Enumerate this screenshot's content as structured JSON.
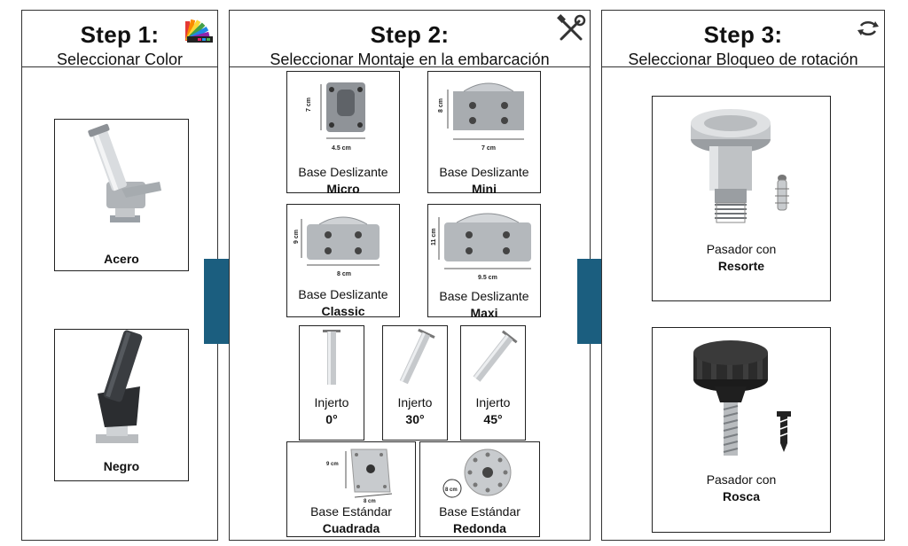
{
  "steps": [
    {
      "title": "Step 1:",
      "subtitle": "Seleccionar Color",
      "icon": "color-palette-icon"
    },
    {
      "title": "Step 2:",
      "subtitle": "Seleccionar Montaje en la embarcación",
      "icon": "tools-icon"
    },
    {
      "title": "Step 3:",
      "subtitle": "Seleccionar Bloqueo de rotación",
      "icon": "rotate-icon"
    }
  ],
  "colors": [
    {
      "label": "Acero"
    },
    {
      "label": "Negro"
    }
  ],
  "mounts": [
    {
      "line1": "Base Deslizante",
      "line2": "Micro",
      "dim_v": "7 cm",
      "dim_h": "4.5 cm"
    },
    {
      "line1": "Base Deslizante",
      "line2": "Mini",
      "dim_v": "8 cm",
      "dim_h": "7 cm"
    },
    {
      "line1": "Base Deslizante",
      "line2": "Classic",
      "dim_v": "9 cm",
      "dim_h": "8 cm"
    },
    {
      "line1": "Base Deslizante",
      "line2": "Maxi",
      "dim_v": "11 cm",
      "dim_h": "9.5 cm"
    },
    {
      "line1": "Injerto",
      "line2": "0°"
    },
    {
      "line1": "Injerto",
      "line2": "30°"
    },
    {
      "line1": "Injerto",
      "line2": "45°"
    },
    {
      "line1": "Base Estándar",
      "line2": "Cuadrada",
      "dim_v": "9 cm",
      "dim_h": "8 cm"
    },
    {
      "line1": "Base Estándar",
      "line2": "Redonda",
      "dim": "8 cm"
    }
  ],
  "locks": [
    {
      "line1": "Pasador con",
      "line2": "Resorte"
    },
    {
      "line1": "Pasador con",
      "line2": "Rosca"
    }
  ],
  "colors_theme": {
    "arrow": "#1b5e7f",
    "metal": "#b5b8bc",
    "dark": "#2a2a2a"
  }
}
